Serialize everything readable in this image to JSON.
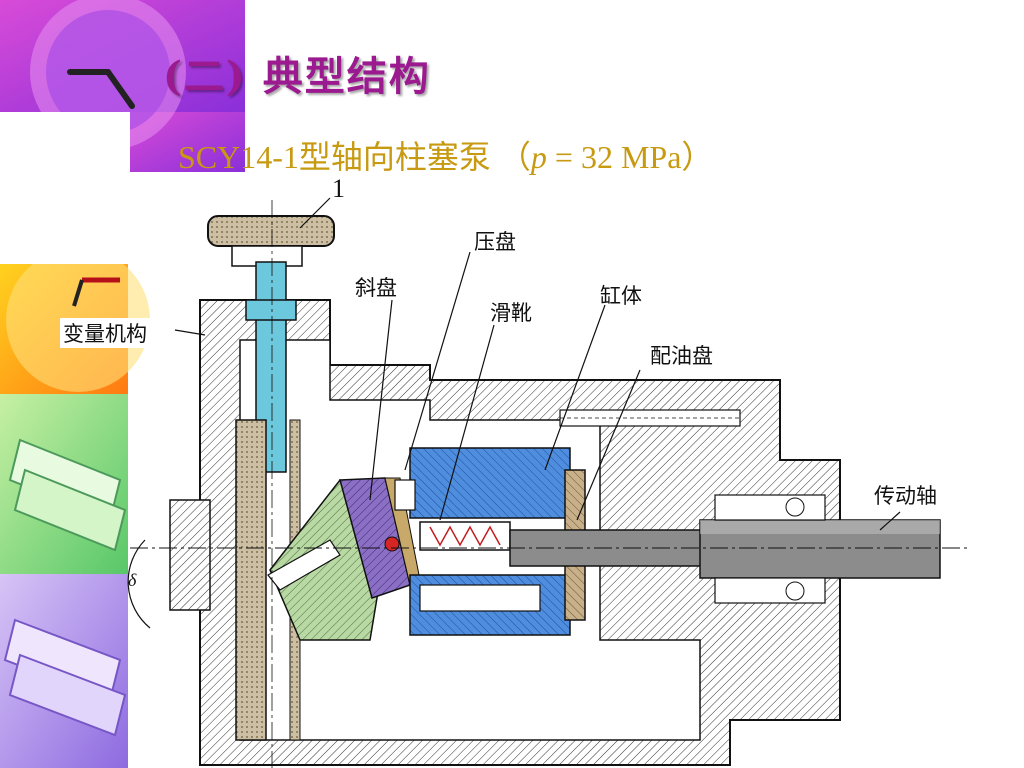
{
  "slide": {
    "title": "(二) 典型结构",
    "subtitle_main": "SCY14-1型轴向柱塞泵 （",
    "subtitle_p": "p",
    "subtitle_value": " = 32 MPa）"
  },
  "diagram": {
    "part_number": "1",
    "delta_symbol": "δ",
    "labels": {
      "pressure_plate": "压盘",
      "swash_plate": "斜盘",
      "cylinder_block": "缸体",
      "slipper": "滑靴",
      "variable_mechanism": "变量机构",
      "valve_plate": "配油盘",
      "drive_shaft": "传动轴"
    }
  },
  "colors": {
    "title": "#9b1a8f",
    "subtitle": "#c79a12",
    "cylinder_blue": "#4f8ede",
    "shaft_gray": "#8c8c8c",
    "swash_green": "#b9d9a4",
    "slipper_purple": "#8a6fc4",
    "control_cyan": "#6cc8dc",
    "valve_tan": "#c8b08a"
  }
}
